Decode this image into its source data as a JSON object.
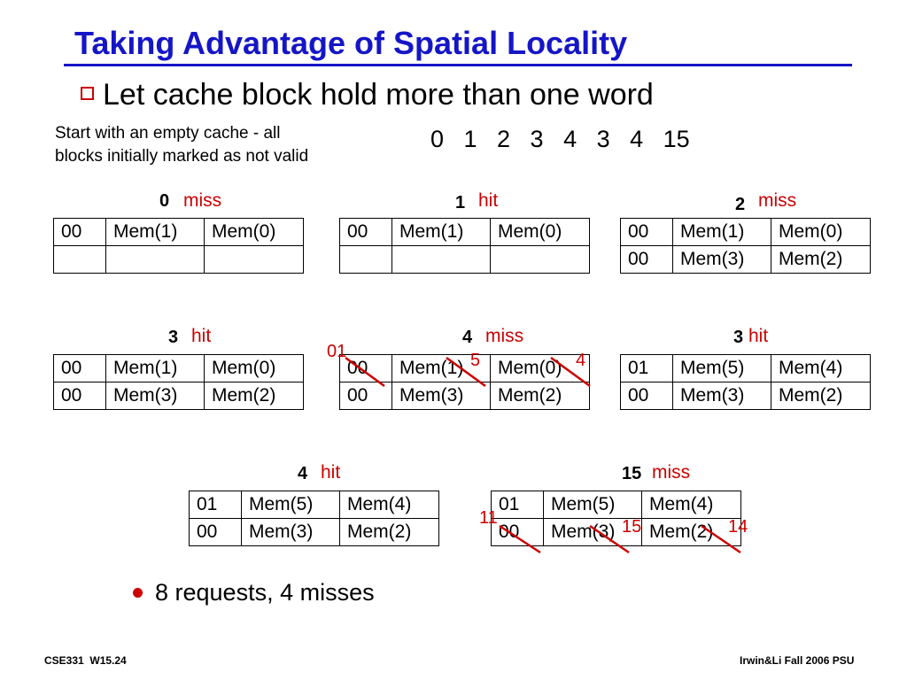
{
  "title": "Taking Advantage of Spatial Locality",
  "bullet": "Let cache block hold more than one word",
  "note_line1": "Start with an empty cache - all",
  "note_line2": "blocks initially marked as not valid",
  "sequence": "0   1   2   3   4   3   4   15",
  "steps": [
    {
      "num": "0",
      "result": "miss",
      "rows": [
        [
          "00",
          "Mem(1)",
          "Mem(0)"
        ],
        [
          "",
          "",
          ""
        ]
      ]
    },
    {
      "num": "1",
      "result": "hit",
      "rows": [
        [
          "00",
          "Mem(1)",
          "Mem(0)"
        ],
        [
          "",
          "",
          ""
        ]
      ]
    },
    {
      "num": "2",
      "result": "miss",
      "rows": [
        [
          "00",
          "Mem(1)",
          "Mem(0)"
        ],
        [
          "00",
          "Mem(3)",
          "Mem(2)"
        ]
      ]
    },
    {
      "num": "3",
      "result": "hit",
      "rows": [
        [
          "00",
          "Mem(1)",
          "Mem(0)"
        ],
        [
          "00",
          "Mem(3)",
          "Mem(2)"
        ]
      ]
    },
    {
      "num": "4",
      "result": "miss",
      "rows": [
        [
          "00",
          "Mem(1)",
          "Mem(0)"
        ],
        [
          "00",
          "Mem(3)",
          "Mem(2)"
        ]
      ],
      "overwrites": [
        "01",
        "5",
        "4"
      ]
    },
    {
      "num": "3",
      "result": "hit",
      "rows": [
        [
          "01",
          "Mem(5)",
          "Mem(4)"
        ],
        [
          "00",
          "Mem(3)",
          "Mem(2)"
        ]
      ]
    },
    {
      "num": "4",
      "result": "hit",
      "rows": [
        [
          "01",
          "Mem(5)",
          "Mem(4)"
        ],
        [
          "00",
          "Mem(3)",
          "Mem(2)"
        ]
      ]
    },
    {
      "num": "15",
      "result": "miss",
      "rows": [
        [
          "01",
          "Mem(5)",
          "Mem(4)"
        ],
        [
          "00",
          "Mem(3)",
          "Mem(2)"
        ]
      ],
      "overwrites": [
        "11",
        "15",
        "14"
      ]
    }
  ],
  "summary": "8 requests, 4 misses",
  "footer_left": "CSE331  W15.24",
  "footer_right": "Irwin&Li Fall 2006 PSU",
  "colors": {
    "title": "#1515c8",
    "accent": "#cc0000"
  }
}
